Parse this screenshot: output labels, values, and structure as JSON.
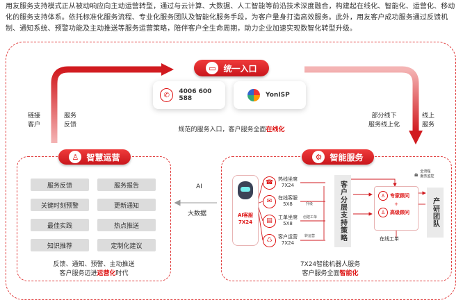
{
  "intro": "用友服务支持模式正从被动响应向主动运营转型，通过与云计算、大数据、人工智能等前沿技术深度融合，构建起在线化、智能化、运营化、移动化的服务支持体系。依托标准化服务流程、专业化服务团队及智能化服务手段，为客户量身打造高效服务。此外，用友客户成功服务通过反馈机制、通知系统、预警功能及主动推送等服务运营策略，陪伴客户全生命周期，助力企业加速实现数智化转型升级。",
  "unified": {
    "title": "统一入口",
    "phone": "4006 600 588",
    "platform": "YonISP",
    "caption_pre": "规范的服务入口，客户服务全面",
    "caption_em": "在线化"
  },
  "left_labels": {
    "a1": "链接",
    "a2": "客户",
    "b1": "服务",
    "b2": "反馈"
  },
  "right_labels": {
    "a1": "部分线下",
    "a2": "服务线上化",
    "b1": "线上",
    "b2": "服务"
  },
  "ops": {
    "title": "智慧运营",
    "items": [
      "服务反馈",
      "服务报告",
      "关键时刻预警",
      "更新通知",
      "最佳实践",
      "热点推送",
      "知识推荐",
      "定制化建议"
    ],
    "caption1": "反馈、通知、预警、主动推送",
    "caption2_pre": "客户服务迈进",
    "caption2_em": "运营化",
    "caption2_post": "时代"
  },
  "middle": {
    "ai": "AI",
    "bigdata": "大数据"
  },
  "smart": {
    "title": "智能服务",
    "robot1": "AI客服",
    "robot2": "7X24",
    "channels": [
      {
        "name": "热线坐席",
        "time": "7X24"
      },
      {
        "name": "在线客服",
        "time": "5X8"
      },
      {
        "name": "工单坐席",
        "time": "5X8"
      },
      {
        "name": "客户运营",
        "time": "7X24"
      }
    ],
    "tiny_labels": [
      "升级",
      "创建工单",
      "转运营"
    ],
    "strategy": "客户分层支持策略",
    "expert": "专家顾问",
    "plus": "+",
    "senior": "高级顾问",
    "online_ticket": "在线工单",
    "team_badge1": "全流程",
    "team_badge2": "服务监控",
    "rd_team": "产研团队",
    "caption1": "7X24智能机器人服务",
    "caption2_pre": "客户服务全面",
    "caption2_em": "智能化"
  },
  "colors": {
    "accent": "#d11a1f",
    "gray": "#dcdcdc"
  }
}
